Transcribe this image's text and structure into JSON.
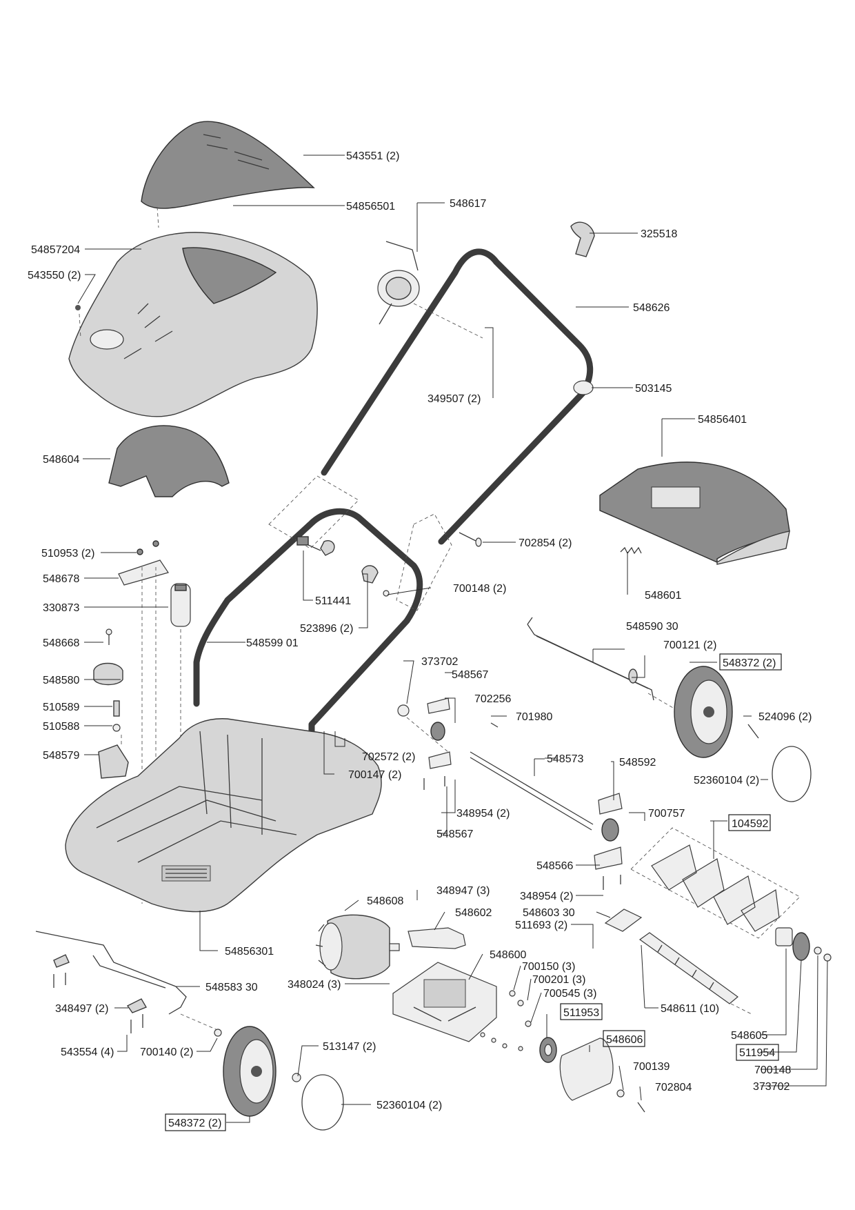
{
  "labels": {
    "l_543551": "543551 (2)",
    "l_54856501": "54856501",
    "l_54857204": "54857204",
    "l_543550": "543550 (2)",
    "l_548617": "548617",
    "l_325518": "325518",
    "l_548626": "548626",
    "l_349507": "349507 (2)",
    "l_503145": "503145",
    "l_54856401": "54856401",
    "l_548604": "548604",
    "l_702854": "702854 (2)",
    "l_510953": "510953 (2)",
    "l_548678": "548678",
    "l_330873": "330873",
    "l_511441": "511441",
    "l_700148_2": "700148 (2)",
    "l_548601": "548601",
    "l_523896": "523896 (2)",
    "l_548599": "548599 01",
    "l_548668": "548668",
    "l_548590": "548590 30",
    "l_700121": "700121 (2)",
    "l_548372_right": "548372 (2)",
    "l_548580": "548580",
    "l_373702_top": "373702",
    "l_548567_top": "548567",
    "l_510589": "510589",
    "l_702256": "702256",
    "l_510588": "510588",
    "l_701980": "701980",
    "l_524096": "524096 (2)",
    "l_548579": "548579",
    "l_702572": "702572 (2)",
    "l_700147": "700147 (2)",
    "l_548573": "548573",
    "l_548592": "548592",
    "l_52360104_right": "52360104 (2)",
    "l_348954_top": "348954 (2)",
    "l_700757": "700757",
    "l_548567_bottom": "548567",
    "l_104592": "104592",
    "l_548566": "548566",
    "l_348947": "348947 (3)",
    "l_348954_bottom": "348954 (2)",
    "l_548608": "548608",
    "l_548603": "548603 30",
    "l_548602": "548602",
    "l_511693": "511693 (2)",
    "l_54856301": "54856301",
    "l_548600": "548600",
    "l_700150": "700150 (3)",
    "l_548583": "548583 30",
    "l_348024": "348024 (3)",
    "l_700201": "700201 (3)",
    "l_700545": "700545 (3)",
    "l_348497": "348497 (2)",
    "l_511953": "511953",
    "l_548611": "548611 (10)",
    "l_548605": "548605",
    "l_548606": "548606",
    "l_543554": "543554 (4)",
    "l_700140": "700140 (2)",
    "l_513147": "513147 (2)",
    "l_511954": "511954",
    "l_700139": "700139",
    "l_700148_single": "700148",
    "l_702804": "702804",
    "l_373702_bottom": "373702",
    "l_52360104_left": "52360104 (2)",
    "l_548372_left": "548372 (2)"
  }
}
